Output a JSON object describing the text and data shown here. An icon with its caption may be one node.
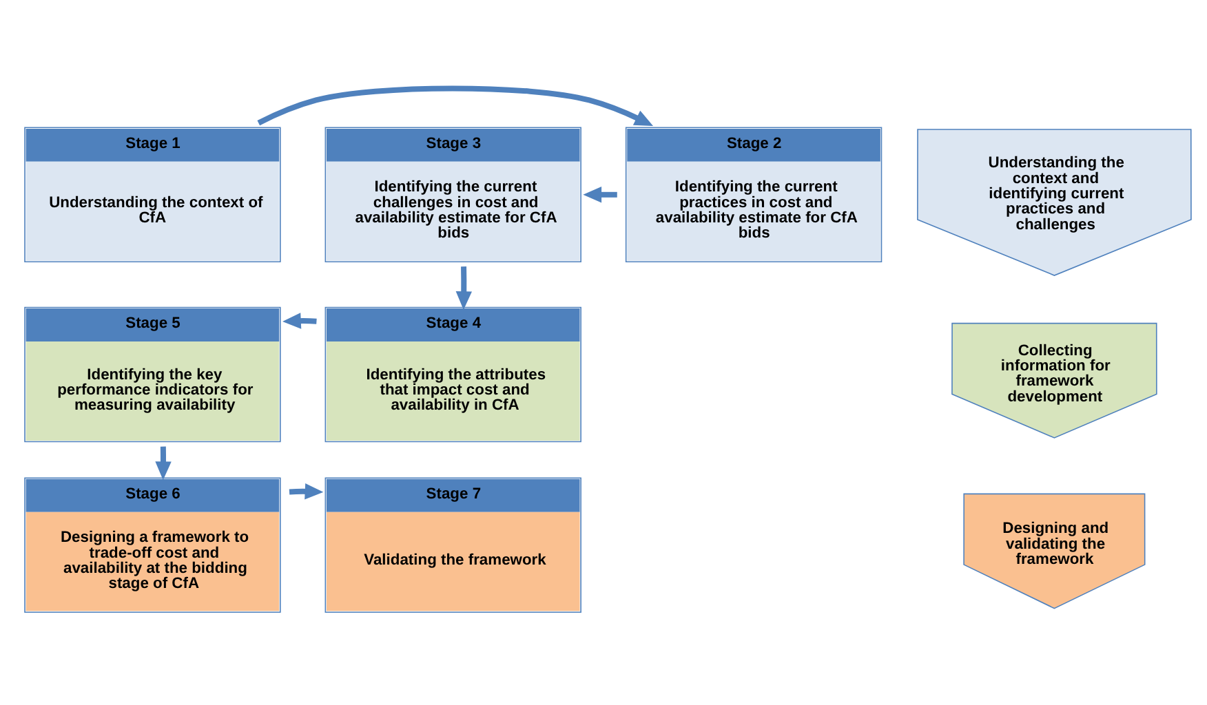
{
  "diagram": {
    "nodes": [
      {
        "text": [
          "Stage 1",
          "Understanding the context of CfA"
        ]
      },
      {
        "text": [
          "Stage 2",
          "Identifying the current practices in cost and availability estimate for CfA bids"
        ]
      },
      {
        "text": [
          "Stage 3",
          "Identifying the current challenges in cost and availability estimate for CfA bids"
        ]
      },
      {
        "text": [
          "Stage 4",
          "Identifying the attributes that impact cost and availability in CfA"
        ]
      },
      {
        "text": [
          "Stage 5",
          "Identifying the key performance indicators for measuring availability"
        ]
      },
      {
        "text": [
          "Stage 6",
          "Designing a framework to trade-off cost and availability at the bidding stage of CfA"
        ]
      },
      {
        "text": [
          "Stage 7",
          "Validating the framework"
        ]
      },
      {
        "text": [
          "Understanding the context and identifying current practices and challenges"
        ]
      },
      {
        "text": [
          "Collecting information for framework development"
        ]
      },
      {
        "text": [
          "Designing and validating the framework"
        ]
      }
    ],
    "edges": [
      {
        "from": 0,
        "to": 1,
        "arrow": "to"
      },
      {
        "from": 1,
        "to": 2,
        "arrow": "to"
      },
      {
        "from": 2,
        "to": 3,
        "arrow": "to"
      },
      {
        "from": 3,
        "to": 4,
        "arrow": "to"
      },
      {
        "from": 4,
        "to": 5,
        "arrow": "to"
      },
      {
        "from": 5,
        "to": 6,
        "arrow": "to"
      }
    ]
  }
}
